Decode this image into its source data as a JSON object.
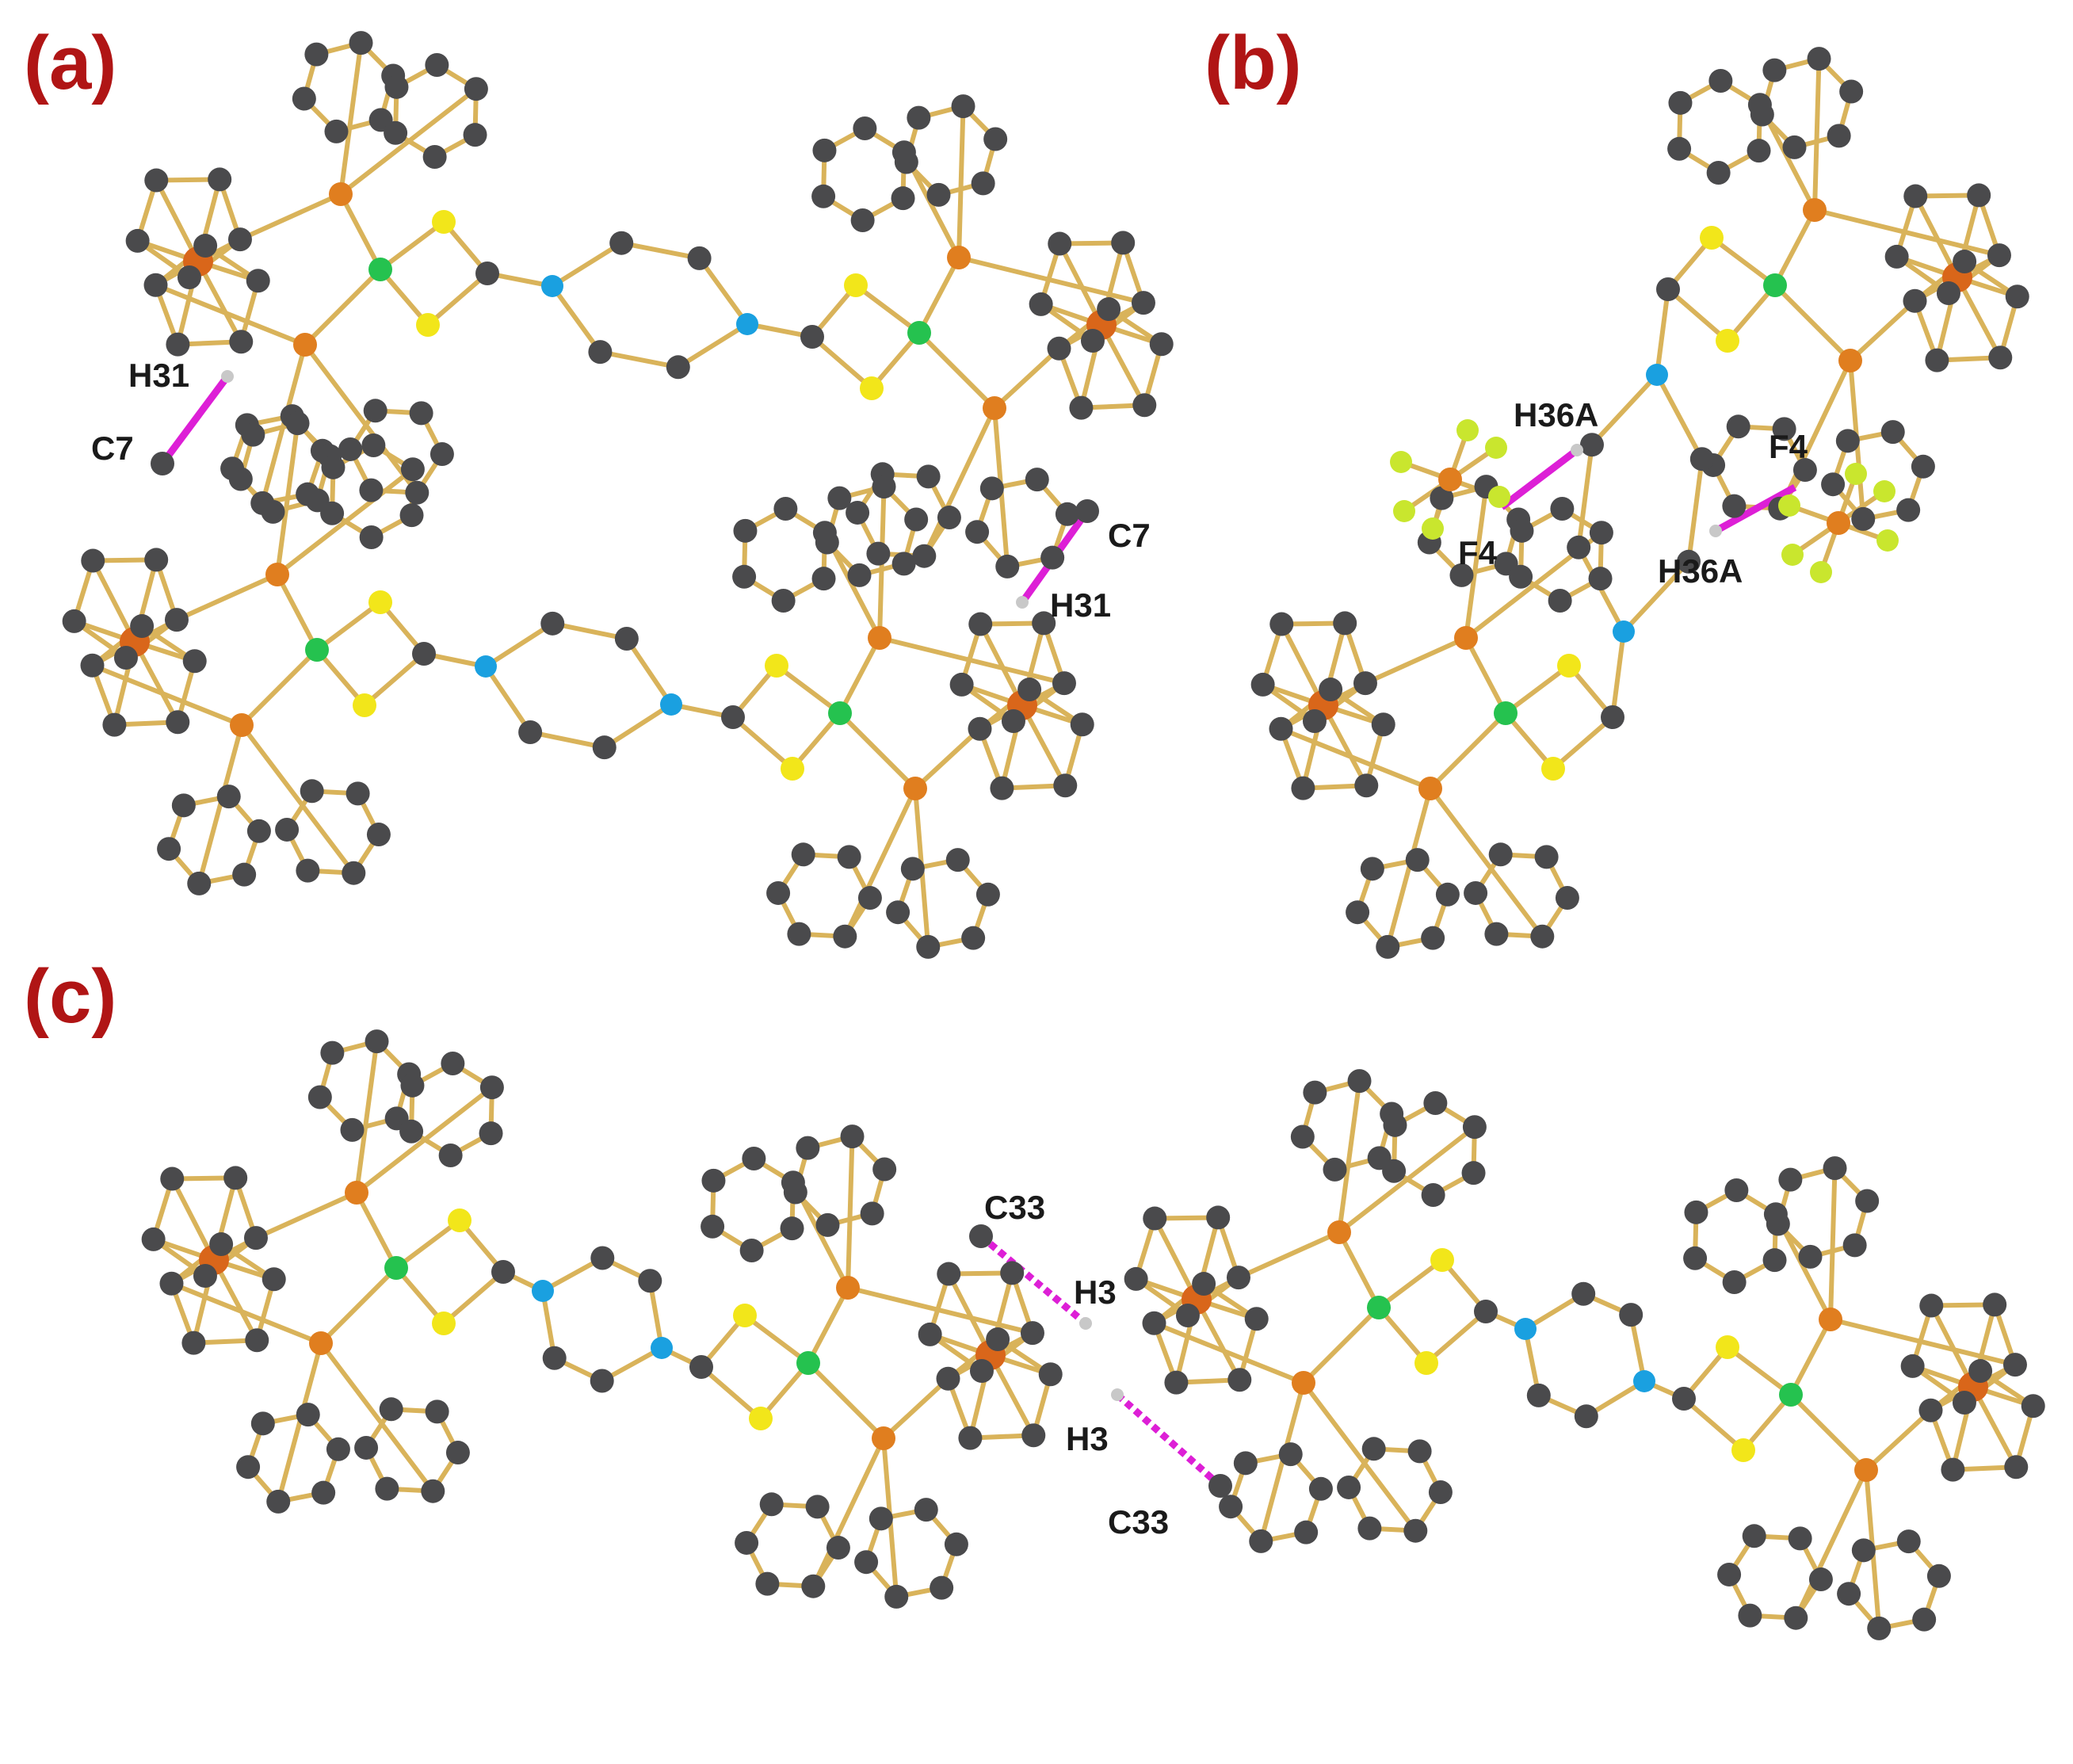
{
  "colors": {
    "bond": "#D9B35A",
    "carbon": "#4A4A4C",
    "iron": "#D9661A",
    "phosphorus": "#E07E1F",
    "sulfur": "#F2E61A",
    "nickel": "#25C24F",
    "nitrogen": "#1AA0E0",
    "hydrogen": "#C8C8C8",
    "fluorine": "#C9E62E",
    "contact": "#DD1FD6",
    "panel_label": "#B01515"
  },
  "panels": {
    "a": {
      "label": "(a)",
      "contacts": [
        {
          "atom1": "H31",
          "atom2": "C7"
        },
        {
          "atom1": "C7",
          "atom2": "H31"
        }
      ]
    },
    "b": {
      "label": "(b)",
      "contacts": [
        {
          "atom1": "H36A",
          "atom2": "F4"
        },
        {
          "atom1": "F4",
          "atom2": "H36A"
        }
      ]
    },
    "c": {
      "label": "(c)",
      "contacts": [
        {
          "atom1": "C33",
          "atom2": "H3"
        },
        {
          "atom1": "H3",
          "atom2": "C33"
        }
      ]
    }
  }
}
